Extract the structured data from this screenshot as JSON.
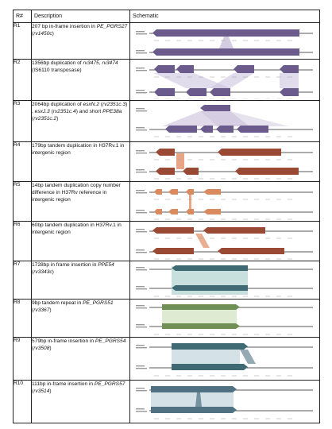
{
  "headers": {
    "id": "R#",
    "description": "Description",
    "schematic": "Schematic"
  },
  "colors": {
    "purple": "#6b5a8c",
    "purple_light": "#c9c0da",
    "brown": "#9a4a34",
    "salmon": "#e8a585",
    "orange": "#d98b5f",
    "teal": "#3f6a74",
    "teal_light": "#c7e0dd",
    "green": "#6f8f55",
    "green_light": "#dfead2",
    "slate": "#4f7181",
    "slate_light": "#d4e1e6"
  },
  "rows": [
    {
      "id": "R1",
      "desc": [
        {
          "t": "207 bp in-frame insertion in ",
          "i": false
        },
        {
          "t": "PE_PGRS27",
          "i": true
        },
        {
          "t": " (",
          "i": false
        },
        {
          "t": "rv1450c",
          "i": true
        },
        {
          "t": ")",
          "i": false
        }
      ]
    },
    {
      "id": "R2",
      "desc": [
        {
          "t": "1356bp duplication of ",
          "i": false
        },
        {
          "t": "rv3475",
          "i": true
        },
        {
          "t": ", ",
          "i": false
        },
        {
          "t": "rv3474",
          "i": true
        },
        {
          "t": " (IS6110 transposase)",
          "i": false
        }
      ]
    },
    {
      "id": "R3",
      "desc": [
        {
          "t": "2064bp duplication of ",
          "i": false
        },
        {
          "t": "esxN.2",
          "i": true
        },
        {
          "t": " (",
          "i": false
        },
        {
          "t": "rv2351c.3",
          "i": true
        },
        {
          "t": ") , ",
          "i": false
        },
        {
          "t": "esxJ.3",
          "i": true
        },
        {
          "t": " (",
          "i": false
        },
        {
          "t": "rv2351c.4",
          "i": true
        },
        {
          "t": ") and short ",
          "i": false
        },
        {
          "t": "PPE38a",
          "i": true
        },
        {
          "t": " (",
          "i": false
        },
        {
          "t": "rv2351c.2",
          "i": true
        },
        {
          "t": ")",
          "i": false
        }
      ]
    },
    {
      "id": "R4",
      "desc": [
        {
          "t": "179bp tandem duplication in H37Rv.1 in intergenic region",
          "i": false
        }
      ]
    },
    {
      "id": "R5",
      "desc": [
        {
          "t": "14bp tandem duplication copy number difference in H37Rv reference in intergenic region",
          "i": false
        }
      ]
    },
    {
      "id": "R6",
      "desc": [
        {
          "t": "60bp tandem duplication in H37Rv.1 in intergenic region",
          "i": false
        }
      ]
    },
    {
      "id": "R7",
      "desc": [
        {
          "t": "1728bp in frame insertion in ",
          "i": false
        },
        {
          "t": "PPE54",
          "i": true
        },
        {
          "t": " (",
          "i": false
        },
        {
          "t": "rv3343c",
          "i": true
        },
        {
          "t": ")",
          "i": false
        }
      ]
    },
    {
      "id": "R8",
      "desc": [
        {
          "t": "9bp tandem repeat in ",
          "i": false
        },
        {
          "t": "PE_PGRS51",
          "i": true
        },
        {
          "t": " (",
          "i": false
        },
        {
          "t": "rv3367",
          "i": true
        },
        {
          "t": ")",
          "i": false
        }
      ]
    },
    {
      "id": "R9",
      "desc": [
        {
          "t": "579bp in-frame insertion in ",
          "i": false
        },
        {
          "t": "PE_PGRS54",
          "i": true
        },
        {
          "t": " (",
          "i": false
        },
        {
          "t": "rv3508",
          "i": true
        },
        {
          "t": ")",
          "i": false
        }
      ]
    },
    {
      "id": "R10",
      "desc": [
        {
          "t": "111bp in-frame insertion in ",
          "i": false
        },
        {
          "t": "PE_PGRS57",
          "i": true
        },
        {
          "t": " (",
          "i": false
        },
        {
          "t": "rv3514",
          "i": true
        },
        {
          "t": ")",
          "i": false
        }
      ]
    }
  ]
}
